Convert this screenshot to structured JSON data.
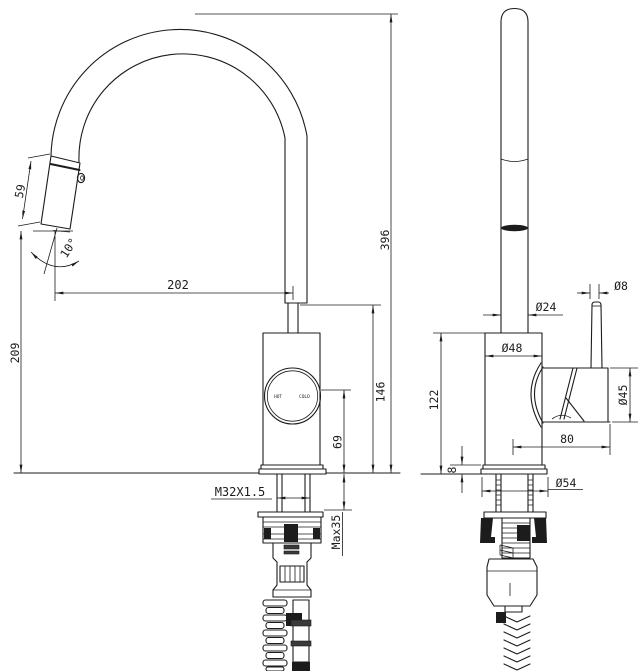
{
  "front_view": {
    "dims": {
      "head_length": "59",
      "head_angle": "10°",
      "reach": "202",
      "clearance_height": "209",
      "overall_height": "396",
      "spout_connect_height": "146",
      "handle_center_height": "69",
      "shank_thread": "M32X1.5",
      "max_deck_thickness": "Max35"
    },
    "dial": {
      "hot": "HOT",
      "cold": "COLD"
    }
  },
  "side_view": {
    "dims": {
      "spout_diameter": "Ø24",
      "body_diameter": "Ø48",
      "lever_diameter": "Ø8",
      "handle_diameter": "Ø45",
      "deck_to_spout_height": "122",
      "base_plate_height": "8",
      "handle_reach": "80",
      "base_diameter": "Ø54"
    }
  },
  "colors": {
    "line": "#1c1c1c",
    "background": "#ffffff"
  }
}
